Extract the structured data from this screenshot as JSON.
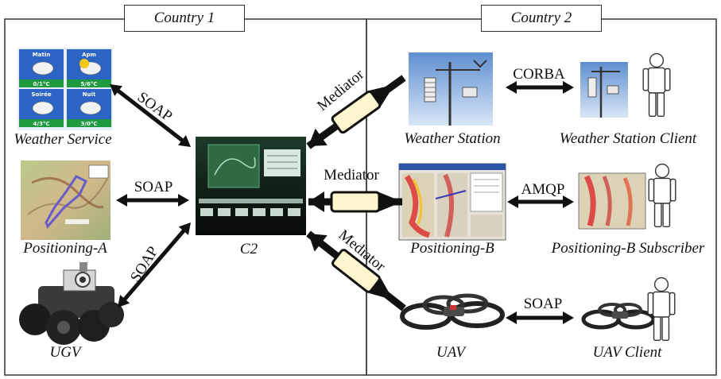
{
  "countries": {
    "left": "Country 1",
    "right": "Country 2"
  },
  "nodes": {
    "weather_service": "Weather Service",
    "positioning_a": "Positioning-A",
    "ugv": "UGV",
    "c2": "C2",
    "weather_station": "Weather Station",
    "weather_station_client": "Weather Station Client",
    "positioning_b": "Positioning-B",
    "positioning_b_subscriber": "Positioning-B Subscriber",
    "uav": "UAV",
    "uav_client": "UAV Client"
  },
  "protocols": {
    "weather_service_c2": "SOAP",
    "positioning_a_c2": "SOAP",
    "ugv_c2": "SOAP",
    "station_client": "CORBA",
    "positioning_subscriber": "AMQP",
    "uav_client": "SOAP"
  },
  "mediators": {
    "top": "Mediator",
    "middle": "Mediator",
    "bottom": "Mediator"
  },
  "weather_tiles": [
    {
      "label": "Matin",
      "temp": "0/1°C"
    },
    {
      "label": "Apm",
      "temp": "5/6°C"
    },
    {
      "label": "Soirée",
      "temp": "4/3°C"
    },
    {
      "label": "Nuit",
      "temp": "3/0°C"
    }
  ],
  "colors": {
    "mediator_fill": "#fdf6cf",
    "arrow": "#111111",
    "tile_bg": "#2b64c4",
    "tile_temp_bg": "#1e9a3e"
  }
}
